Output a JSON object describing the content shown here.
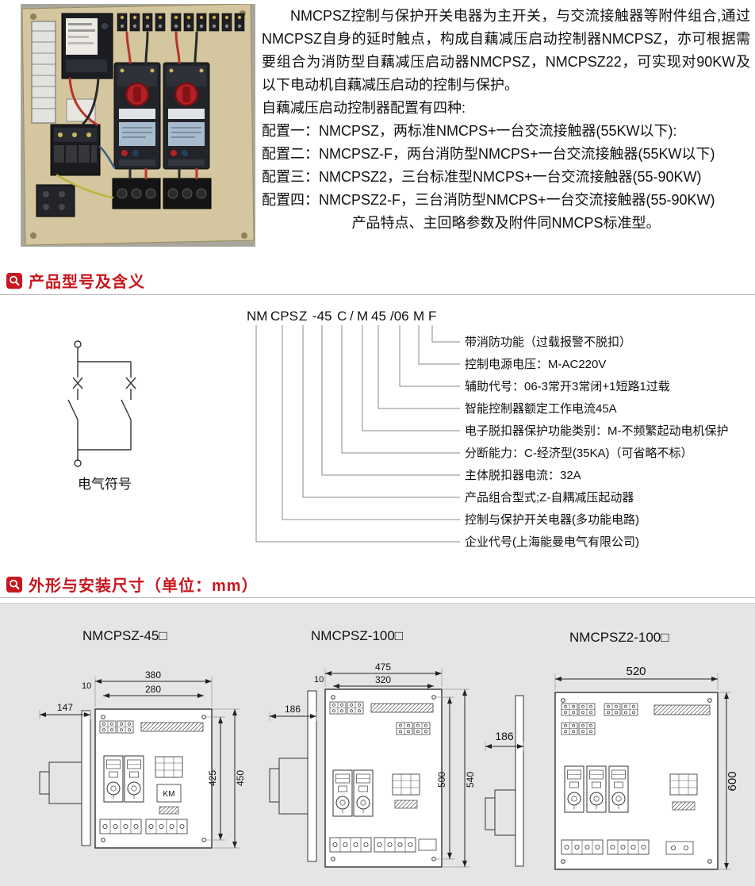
{
  "accent_color": "#c8161e",
  "panel_background": "#e5e5e4",
  "intro": {
    "paragraphs": [
      "NMCPSZ控制与保护开关电器为主开关，与交流接触器等附件组合,通过NMCPSZ自身的延时触点，构成自藕减压启动控制器NMCPSZ，亦可根据需要组合为消防型自藕减压启动器NMCPSZ，NMCPSZ22，可实现对90KW及以下电动机自藕减压启动的控制与保护。",
      "自藕减压启动控制器配置有四种:",
      "配置一：NMCPSZ，两标准NMCPS+一台交流接触器(55KW以下):",
      "配置二：NMCPSZ-F，两台消防型NMCPS+一台交流接触器(55KW以下)",
      "配置三：NMCPSZ2，三台标准型NMCPS+一台交流接触器(55-90KW)",
      "配置四：NMCPSZ2-F，三台消防型NMCPS+一台交流接触器(55-90KW)",
      "产品特点、主回略参数及附件同NMCPS标准型。"
    ]
  },
  "sections": {
    "model": {
      "title": "产品型号及含义"
    },
    "dimensions": {
      "title": "外形与安装尺寸（单位：mm）"
    }
  },
  "model_diagram": {
    "code_parts": [
      "NM",
      "CPS",
      "Z",
      "-45",
      "C",
      "/",
      "M",
      "45",
      "/06",
      "M",
      "F"
    ],
    "labels": [
      "带消防功能（过载报警不脱扣）",
      "控制电源电压：M-AC220V",
      "辅助代号：06-3常开3常闭+1短路1过载",
      "智能控制器额定工作电流45A",
      "电子脱扣器保护功能类别：M-不频繁起动电机保护",
      "分断能力：C-经济型(35KA)（可省略不标）",
      "主体脱扣器电流：32A",
      "产品组合型式;Z-自耦减压起动器",
      "控制与保护开关电器(多功能电路)",
      "企业代号(上海能曼电气有限公司)"
    ],
    "symbol_caption": "电气符号"
  },
  "drawings": [
    {
      "title": "NMCPSZ-45□",
      "top_width": "380",
      "hole_width": "280",
      "edge_offset": "10",
      "depth": "147",
      "hole_height": "425",
      "height": "450",
      "km_label": "KM"
    },
    {
      "title": "NMCPSZ-100□",
      "top_width": "475",
      "hole_width": "320",
      "edge_offset": "10",
      "depth": "186",
      "hole_height": "500",
      "height": "540"
    },
    {
      "title": "NMCPSZ2-100□",
      "top_width": "520",
      "depth": "186",
      "height": "600"
    }
  ]
}
